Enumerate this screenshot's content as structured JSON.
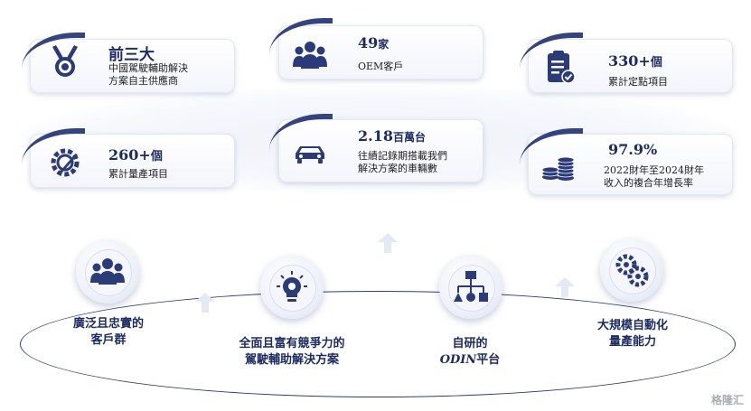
{
  "stats": [
    {
      "value": "前三大",
      "desc": [
        "中國駕駛輔助解決",
        "方案自主供應商"
      ],
      "icon": "medal-icon"
    },
    {
      "value": "49",
      "unit": "家",
      "desc": [
        "OEM客戶"
      ],
      "icon": "people-icon"
    },
    {
      "value": "330+",
      "unit": "個",
      "desc": [
        "累計定點項目"
      ],
      "icon": "clipboard-check-icon"
    },
    {
      "value": "260+",
      "unit": "個",
      "desc": [
        "累計量產項目"
      ],
      "icon": "gear-wrench-icon"
    },
    {
      "value": "2.18",
      "unit": "百萬台",
      "desc": [
        "往績記錄期搭載我們",
        "解決方案的車輛數"
      ],
      "icon": "car-icon"
    },
    {
      "value": "97.9%",
      "unit": "",
      "desc": [
        "2022財年至2024財年",
        "收入的複合年增長率"
      ],
      "icon": "coins-icon"
    }
  ],
  "pillars": [
    {
      "label": [
        "廣泛且忠實的",
        "客戶群"
      ],
      "icon": "people-icon"
    },
    {
      "label": [
        "全面且富有競爭力的",
        "駕駛輔助解決方案"
      ],
      "icon": "lightbulb-gear-icon"
    },
    {
      "label": [
        "自研的"
      ],
      "label_em": "ODIN",
      "label_tail": "平台",
      "icon": "network-icon"
    },
    {
      "label": [
        "大規模自動化",
        "量產能力"
      ],
      "icon": "gears-icon"
    }
  ],
  "brand": "格隆汇",
  "colors": {
    "primary": "#1d2b63",
    "accent": "#2b3a78"
  }
}
